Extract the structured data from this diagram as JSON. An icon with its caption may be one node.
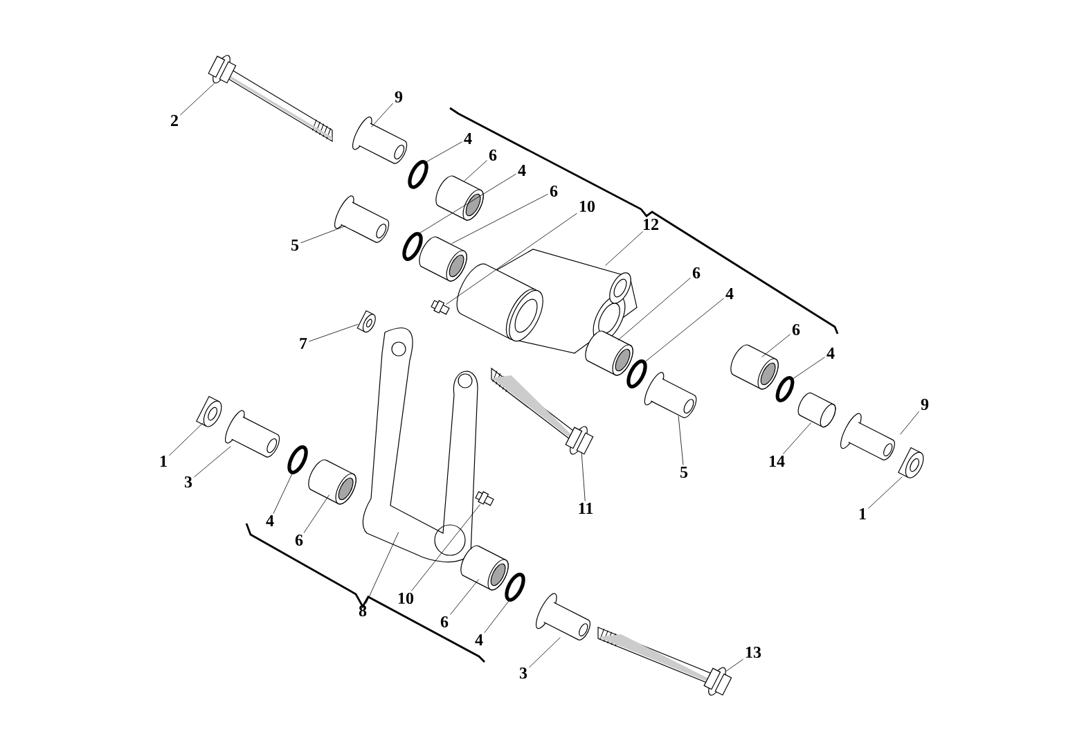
{
  "diagram": {
    "nodes": [
      {
        "text": [
          "2"
        ]
      },
      {
        "text": [
          "9"
        ]
      },
      {
        "text": [
          "4"
        ]
      },
      {
        "text": [
          "6"
        ]
      },
      {
        "text": [
          "4"
        ]
      },
      {
        "text": [
          "5"
        ]
      },
      {
        "text": [
          "6"
        ]
      },
      {
        "text": [
          "10"
        ]
      },
      {
        "text": [
          "12"
        ]
      },
      {
        "text": [
          "6"
        ]
      },
      {
        "text": [
          "4"
        ]
      },
      {
        "text": [
          "6"
        ]
      },
      {
        "text": [
          "4"
        ]
      },
      {
        "text": [
          "7"
        ]
      },
      {
        "text": [
          "9"
        ]
      },
      {
        "text": [
          "1"
        ]
      },
      {
        "text": [
          "3"
        ]
      },
      {
        "text": [
          "14"
        ]
      },
      {
        "text": [
          "5"
        ]
      },
      {
        "text": [
          "11"
        ]
      },
      {
        "text": [
          "1"
        ]
      },
      {
        "text": [
          "4"
        ]
      },
      {
        "text": [
          "6"
        ]
      },
      {
        "text": [
          "8"
        ]
      },
      {
        "text": [
          "10"
        ]
      },
      {
        "text": [
          "6"
        ]
      },
      {
        "text": [
          "4"
        ]
      },
      {
        "text": [
          "3"
        ]
      },
      {
        "text": [
          "13"
        ]
      },
      {
        "text": [],
        "shape": "picture"
      },
      {
        "text": [],
        "shape": "picture"
      },
      {
        "text": [],
        "shape": "picture"
      },
      {
        "text": [],
        "shape": "picture"
      },
      {
        "text": [],
        "shape": "picture"
      },
      {
        "text": [],
        "shape": "picture"
      },
      {
        "text": [],
        "shape": "picture"
      },
      {
        "text": [],
        "shape": "picture"
      },
      {
        "text": [],
        "shape": "picture"
      },
      {
        "text": [],
        "shape": "picture"
      },
      {
        "text": [],
        "shape": "picture"
      },
      {
        "text": [],
        "shape": "picture"
      },
      {
        "text": [],
        "shape": "picture"
      },
      {
        "text": [],
        "shape": "picture"
      },
      {
        "text": [],
        "shape": "picture"
      },
      {
        "text": [],
        "shape": "picture"
      },
      {
        "text": [],
        "shape": "picture"
      },
      {
        "text": [],
        "shape": "picture"
      },
      {
        "text": [],
        "shape": "picture"
      },
      {
        "text": [],
        "shape": "picture"
      },
      {
        "text": [],
        "shape": "picture"
      },
      {
        "text": [],
        "shape": "picture"
      },
      {
        "text": [],
        "shape": "picture"
      },
      {
        "text": [],
        "shape": "picture"
      },
      {
        "text": [],
        "shape": "picture"
      },
      {
        "text": [],
        "shape": "picture"
      },
      {
        "text": [],
        "shape": "picture"
      },
      {
        "text": [],
        "shape": "picture"
      },
      {
        "text": [],
        "shape": "picture"
      }
    ],
    "edges": [
      {
        "from": 0,
        "to": 29,
        "arrow": "none"
      },
      {
        "from": 1,
        "to": 30,
        "arrow": "none"
      },
      {
        "from": 2,
        "to": 31,
        "arrow": "none"
      },
      {
        "from": 3,
        "to": 32,
        "arrow": "none"
      },
      {
        "from": 4,
        "to": 33,
        "arrow": "none"
      },
      {
        "from": 5,
        "to": 34,
        "arrow": "none"
      },
      {
        "from": 6,
        "to": 35,
        "arrow": "none"
      },
      {
        "from": 7,
        "to": 36,
        "arrow": "none"
      },
      {
        "from": 8,
        "to": 37,
        "arrow": "none"
      },
      {
        "from": 9,
        "to": 38,
        "arrow": "none"
      },
      {
        "from": 10,
        "to": 39,
        "arrow": "none"
      },
      {
        "from": 11,
        "to": 40,
        "arrow": "none"
      },
      {
        "from": 12,
        "to": 41,
        "arrow": "none"
      },
      {
        "from": 13,
        "to": 42,
        "arrow": "none"
      },
      {
        "from": 14,
        "to": 43,
        "arrow": "none"
      },
      {
        "from": 15,
        "to": 44,
        "arrow": "none"
      },
      {
        "from": 16,
        "to": 45,
        "arrow": "none"
      },
      {
        "from": 17,
        "to": 46,
        "arrow": "none"
      },
      {
        "from": 18,
        "to": 47,
        "arrow": "none"
      },
      {
        "from": 19,
        "to": 48,
        "arrow": "none"
      },
      {
        "from": 20,
        "to": 49,
        "arrow": "none"
      },
      {
        "from": 21,
        "to": 50,
        "arrow": "none"
      },
      {
        "from": 22,
        "to": 51,
        "arrow": "none"
      },
      {
        "from": 23,
        "to": 52,
        "arrow": "none"
      },
      {
        "from": 24,
        "to": 53,
        "arrow": "none"
      },
      {
        "from": 25,
        "to": 54,
        "arrow": "none"
      },
      {
        "from": 26,
        "to": 55,
        "arrow": "none"
      },
      {
        "from": 27,
        "to": 56,
        "arrow": "none"
      },
      {
        "from": 28,
        "to": 57,
        "arrow": "none"
      }
    ]
  }
}
